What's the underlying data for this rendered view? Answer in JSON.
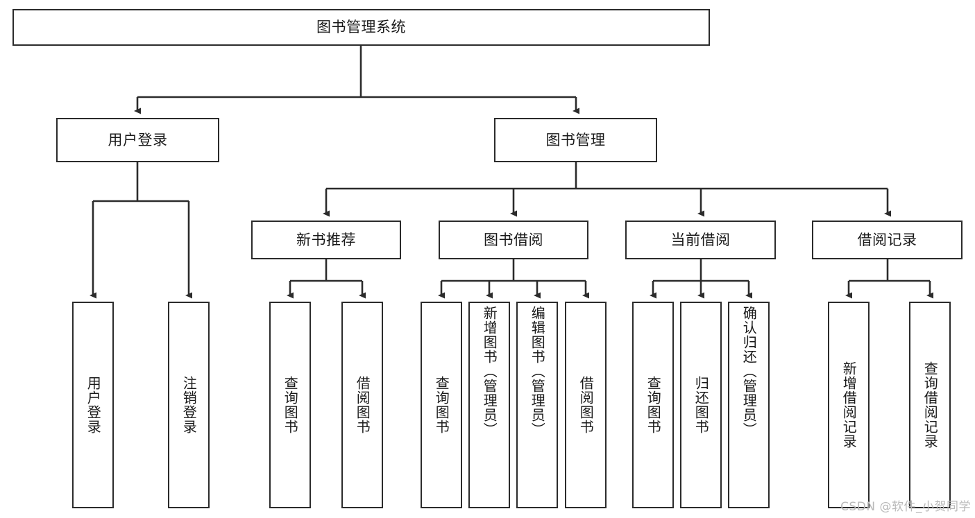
{
  "diagram": {
    "type": "tree",
    "title": "图书管理系统",
    "watermark": "CSDN @软件_小贺同学",
    "colors": {
      "border": "#2b2b2b",
      "background": "#ffffff",
      "text": "#1a1a1a",
      "watermark": "#b9b9b9"
    },
    "nodes": {
      "root": {
        "label": "图书管理系统"
      },
      "level2": [
        {
          "label": "用户登录"
        },
        {
          "label": "图书管理"
        }
      ],
      "level3": [
        {
          "label": "新书推荐"
        },
        {
          "label": "图书借阅"
        },
        {
          "label": "当前借阅"
        },
        {
          "label": "借阅记录"
        }
      ],
      "leaves": {
        "user_login": [
          {
            "label": "用户登录"
          },
          {
            "label": "注销登录"
          }
        ],
        "new_book_recommend": [
          {
            "label": "查询图书"
          },
          {
            "label": "借阅图书"
          }
        ],
        "book_borrow": [
          {
            "label": "查询图书"
          },
          {
            "label": "新增图书（管理员）"
          },
          {
            "label": "编辑图书（管理员）"
          },
          {
            "label": "借阅图书"
          }
        ],
        "current_borrow": [
          {
            "label": "查询图书"
          },
          {
            "label": "归还图书"
          },
          {
            "label": "确认归还（管理员）"
          }
        ],
        "borrow_record": [
          {
            "label": "新增借阅记录"
          },
          {
            "label": "查询借阅记录"
          }
        ]
      }
    }
  }
}
